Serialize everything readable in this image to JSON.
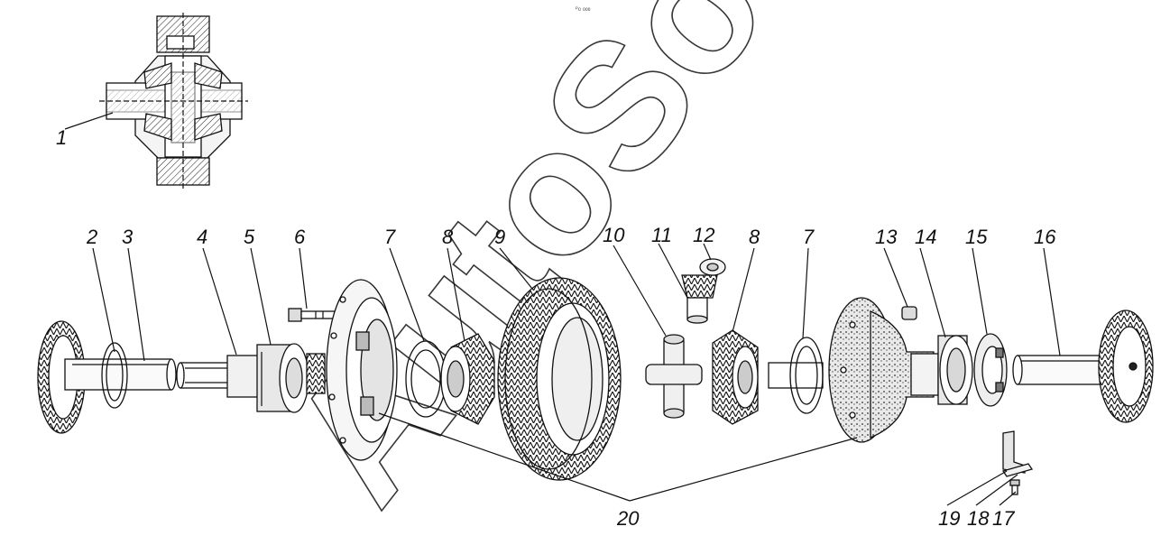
{
  "header_mark": "ᵖ₀ ₀₀₀",
  "watermark": "AutoSoft",
  "callouts": [
    "1",
    "2",
    "3",
    "4",
    "5",
    "6",
    "7",
    "8",
    "9",
    "10",
    "11",
    "12",
    "8",
    "7",
    "13",
    "14",
    "15",
    "16",
    "19",
    "18",
    "17",
    "20"
  ]
}
